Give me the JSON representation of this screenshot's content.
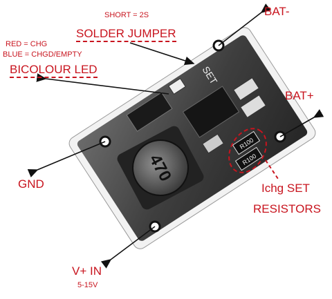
{
  "labels": {
    "short": "SHORT = 2S",
    "solder_jumper": "SOLDER JUMPER",
    "red_chg": "RED = CHG",
    "blue_chgd": "BLUE = CHGD/EMPTY",
    "bicolour_led": "BICOLOUR LED",
    "bat_minus": "BAT-",
    "bat_plus": "BAT+",
    "gnd": "GND",
    "ichg_set": "Ichg SET",
    "resistors": "RESISTORS",
    "vin": "V+ IN",
    "vin_range": "5-15V"
  },
  "board_markings": {
    "inductor": "470",
    "resistor_top": "R100",
    "resistor_bottom": "R100",
    "silkscreen": "SET"
  },
  "colors": {
    "label": "#c8141e",
    "pcb": "#3a3a3a",
    "pcb_edge": "#f0f0f0",
    "arrow": "#111111"
  }
}
